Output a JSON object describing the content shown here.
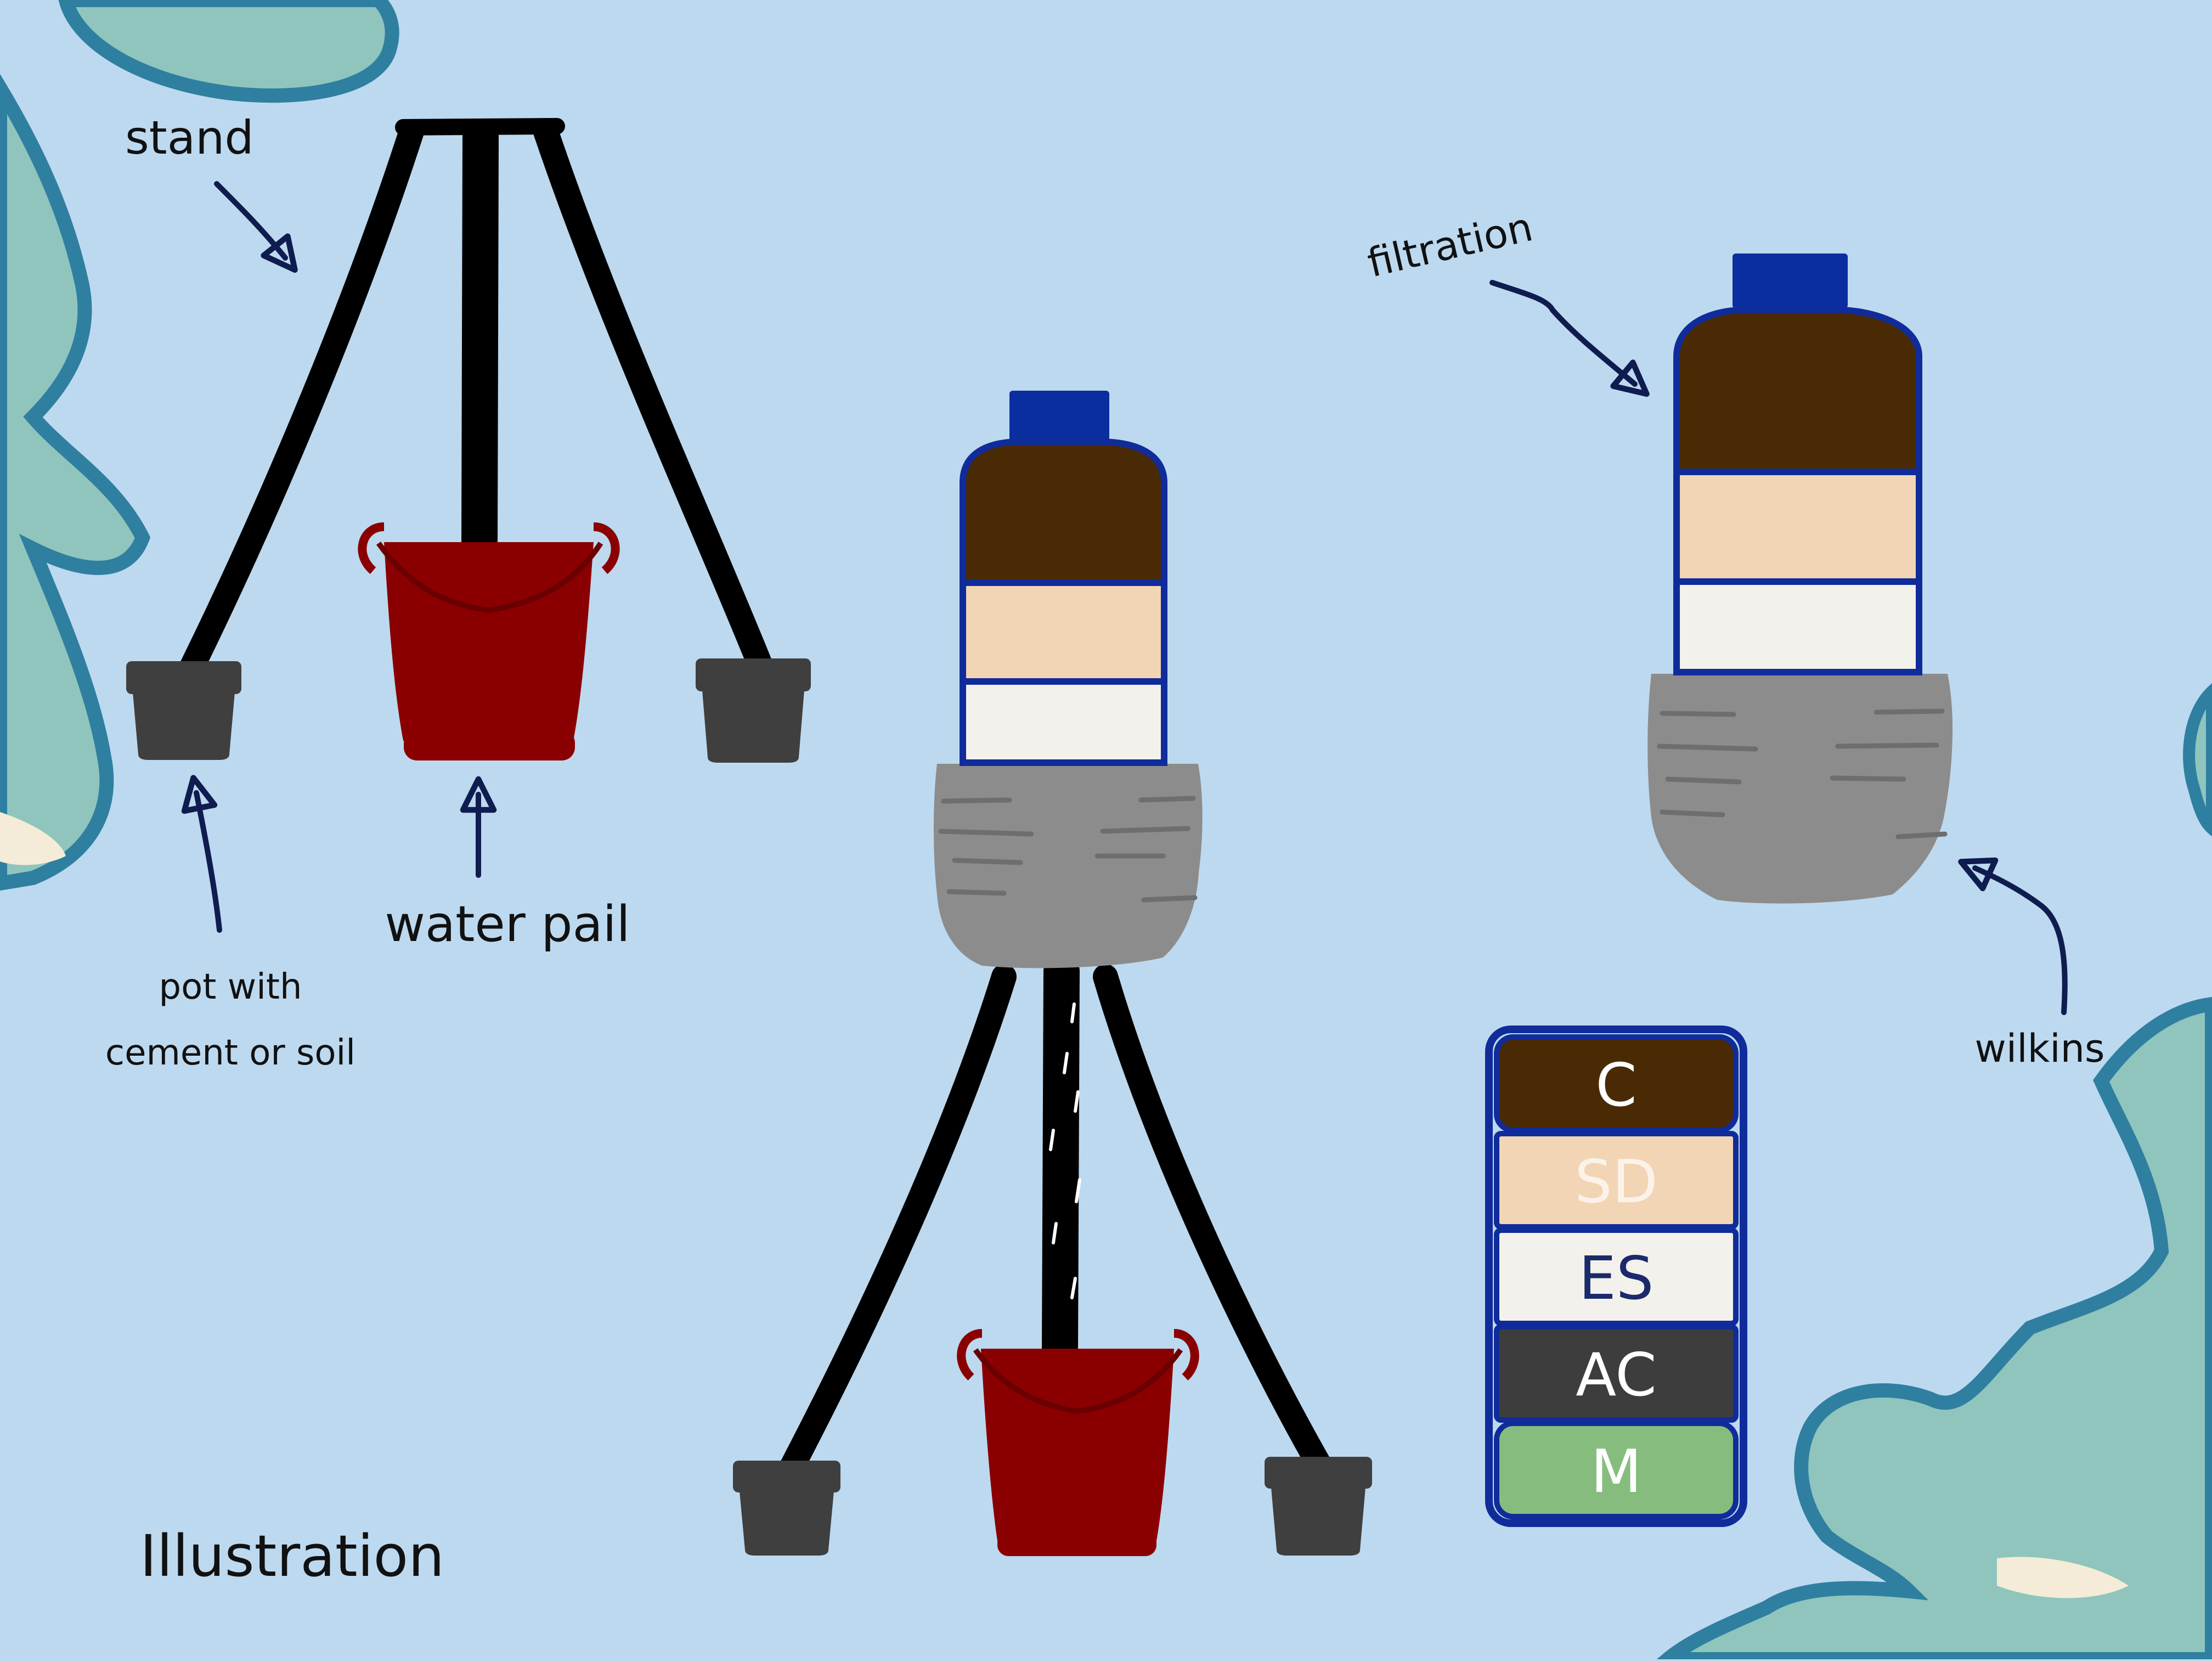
{
  "colors": {
    "background": "#bdd9ef",
    "swirl_light": "#8fc5bd",
    "swirl_dark": "#2f7fa0",
    "swirl_cream": "#f4ecd8",
    "stand": "#000000",
    "pot": "#3f3f3f",
    "pail": "#8a0000",
    "bottle_outline": "#102c9a",
    "cap": "#0a2ea0",
    "charcoal": "#4a2a05",
    "sand": "#f2d5b5",
    "eggshell": "#f3f1ec",
    "cloth": "#8c8c8c",
    "activated_carbon": "#3d3d3d",
    "moss": "#86bd7f",
    "arrow": "#0f1c4f"
  },
  "labels": {
    "stand": "stand",
    "water_pail": "water pail",
    "pot_line1": "pot with",
    "pot_line2": "cement or soil",
    "filtration": "filtration",
    "wilkins": "wilkins",
    "illustration": "Illustration"
  },
  "legend": {
    "layers": [
      {
        "code": "C",
        "color_key": "charcoal",
        "text_color": "#ffffff"
      },
      {
        "code": "SD",
        "color_key": "sand",
        "text_color": "#fbf3ea"
      },
      {
        "code": "ES",
        "color_key": "eggshell",
        "text_color": "#1a2a6a"
      },
      {
        "code": "AC",
        "color_key": "activated_carbon",
        "text_color": "#ffffff"
      },
      {
        "code": "M",
        "color_key": "moss",
        "text_color": "#ffffff"
      }
    ]
  },
  "icons": {
    "stand": "tripod-stand-icon",
    "pot": "pot-icon",
    "pail": "bucket-icon",
    "bottle": "bottle-filter-icon",
    "cloth": "cloth-wrap-icon"
  }
}
